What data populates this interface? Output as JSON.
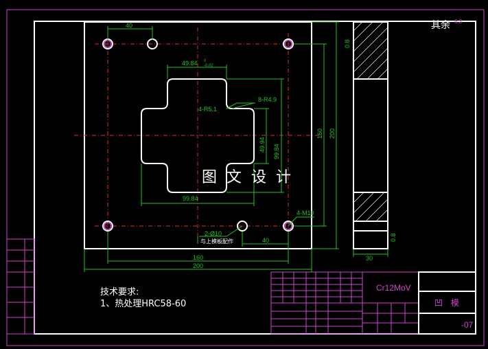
{
  "title_block": {
    "material": "Cr12MoV",
    "part_name": "凹 模",
    "drawing_no": "-07"
  },
  "watermark": "图文设计",
  "surface_roughness": {
    "label": "其余",
    "value": "6.3"
  },
  "technical_requirements": {
    "heading": "技术要求:",
    "items": [
      "1、热处理HRC58-60"
    ]
  },
  "dimensions": {
    "hole_spacing_top": "40",
    "opening_width_top": "49.84",
    "opening_tol_top": "0",
    "opening_tol_top2": "-0.02",
    "corner_radius_outer": "4-R5.1",
    "corner_radius_inner": "8-R4.9",
    "opening_h_small": "49.94",
    "opening_h_large": "99.84",
    "opening_width_bottom": "99.84",
    "outer_width": "200",
    "hole_spacing_w": "160",
    "outer_height": "200",
    "hole_spacing_h": "160",
    "thread_holes": "4-M10",
    "pin_holes": "2-Ø10",
    "pin_note": "与上模板配作",
    "pin_offset": "40",
    "thickness": "30",
    "rough_side1": "0.8",
    "rough_side2": "0.8"
  }
}
